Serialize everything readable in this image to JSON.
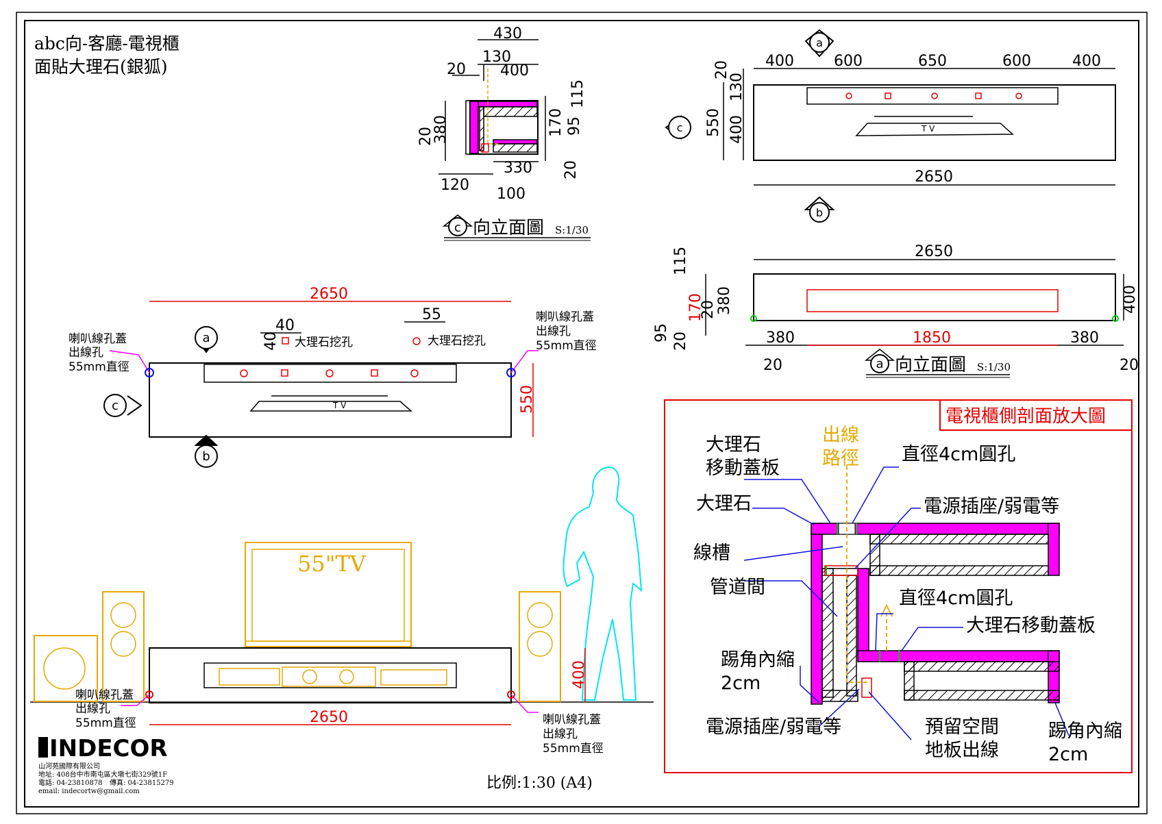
{
  "title": {
    "line1": "abc向-客廳-電視櫃",
    "line2": "面貼大理石(銀狐)"
  },
  "scale_note": "比例:1:30 (A4)",
  "company": {
    "logo": "INDECOR",
    "name": "山河苑國際有限公司",
    "address": "地址: 408台中市南屯區大墩七街329號1F",
    "phone": "電話: 04-23810878",
    "fax": "傳真: 04-23815279",
    "email": "email: indecortw@gmail.com"
  },
  "view_c": {
    "title": "向立面圖",
    "mark": "c",
    "scale": "S:1/30",
    "dims": {
      "d430": "430",
      "d130": "130",
      "d20a": "20",
      "d400": "400",
      "d115": "115",
      "d20b": "20",
      "d380": "380",
      "d170": "170",
      "d95": "95",
      "d20c": "20",
      "d330": "330",
      "d120": "120",
      "d100": "100"
    }
  },
  "view_b": {
    "dims": {
      "d400a": "400",
      "d600a": "600",
      "d650": "650",
      "d600b": "600",
      "d400b": "400",
      "d20": "20",
      "d130": "130",
      "d550": "550",
      "d400v": "400",
      "d2650": "2650"
    },
    "mark_top": "a",
    "mark_left": "c",
    "mark_bottom": "b",
    "tv": "T V"
  },
  "view_a": {
    "title": "向立面圖",
    "mark": "a",
    "scale": "S:1/30",
    "dims": {
      "d2650": "2650",
      "d115": "115",
      "d170": "170",
      "d20a": "20",
      "d380": "380",
      "d95": "95",
      "d20b": "20",
      "d400": "400",
      "d380a": "380",
      "d1850": "1850",
      "d380b": "380",
      "d20l": "20",
      "d20r": "20"
    }
  },
  "plan": {
    "dim_2650": "2650",
    "dim_550": "550",
    "dim_40h": "40",
    "dim_40v": "40",
    "dim_55": "55",
    "hole_label_a": "大理石挖孔",
    "hole_label_b": "大理石挖孔",
    "speaker_left": [
      "喇叭線孔蓋",
      "出線孔",
      "55mm直徑"
    ],
    "speaker_right": [
      "喇叭線孔蓋",
      "出線孔",
      "55mm直徑"
    ],
    "mark_top": "a",
    "mark_left": "c",
    "mark_bottom": "b",
    "tv": "T V"
  },
  "elevation": {
    "tv_label": "55\"TV",
    "dim_2650": "2650",
    "dim_400": "400",
    "speaker_left": [
      "喇叭線孔蓋",
      "出線孔",
      "55mm直徑"
    ],
    "speaker_right": [
      "喇叭線孔蓋",
      "出線孔",
      "55mm直徑"
    ]
  },
  "section": {
    "title": "電視櫃側剖面放大圖",
    "wire_path": [
      "出線",
      "路徑"
    ],
    "labels": {
      "marble_cover": [
        "大理石",
        "移動蓋板"
      ],
      "hole_top": "直徑4cm圓孔",
      "marble": "大理石",
      "socket_top": "電源插座/弱電等",
      "groove": "線槽",
      "duct": "管道間",
      "hole_mid": "直徑4cm圓孔",
      "marble_cover2": "大理石移動蓋板",
      "kick_left": [
        "踢角內縮",
        "2cm"
      ],
      "socket_bottom": "電源插座/弱電等",
      "reserve": [
        "預留空間",
        "地板出線"
      ],
      "kick_right": [
        "踢角內縮",
        "2cm"
      ]
    }
  },
  "colors": {
    "red": "#e60000",
    "magenta": "#ff00ff",
    "gold": "#e6a800",
    "cyan": "#00e5ee",
    "blue": "#1010e0",
    "green": "#00cc00",
    "black": "#000000"
  }
}
